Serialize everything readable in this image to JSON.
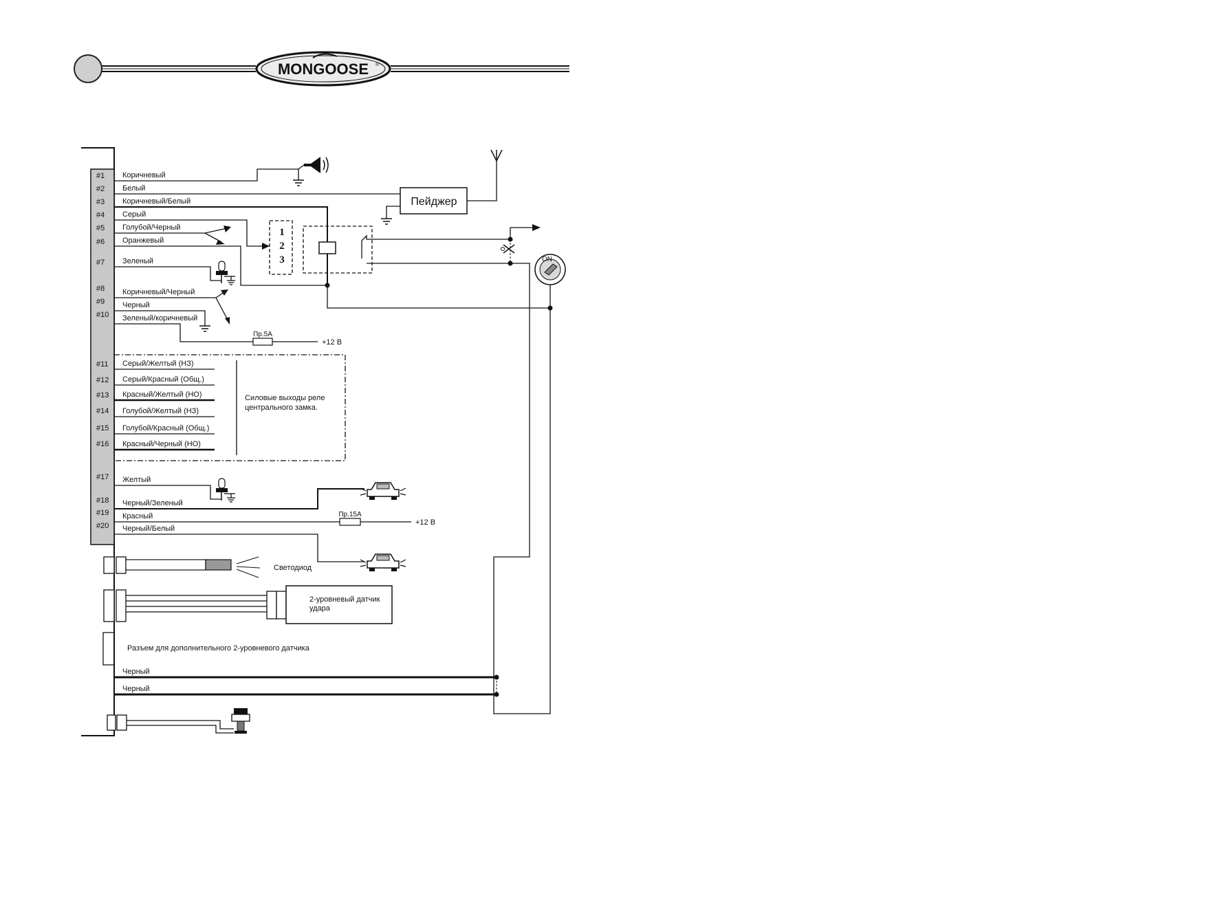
{
  "header": {
    "brand": "MONGOOSE",
    "trademark": "®"
  },
  "pins": [
    {
      "num": "#1",
      "wire": "Коричневый"
    },
    {
      "num": "#2",
      "wire": "Белый"
    },
    {
      "num": "#3",
      "wire": "Коричневый/Белый"
    },
    {
      "num": "#4",
      "wire": "Серый"
    },
    {
      "num": "#5",
      "wire": "Голубой/Черный"
    },
    {
      "num": "#6",
      "wire": "Оранжевый"
    },
    {
      "num": "#7",
      "wire": "Зеленый"
    },
    {
      "num": "#8",
      "wire": "Коричневый/Черный"
    },
    {
      "num": "#9",
      "wire": "Черный"
    },
    {
      "num": "#10",
      "wire": "Зеленый/коричневый"
    },
    {
      "num": "#11",
      "wire": "Серый/Желтый  (НЗ)"
    },
    {
      "num": "#12",
      "wire": "Серый/Красный  (Общ.)"
    },
    {
      "num": "#13",
      "wire": "Красный/Желтый  (НО)"
    },
    {
      "num": "#14",
      "wire": "Голубой/Желтый  (НЗ)"
    },
    {
      "num": "#15",
      "wire": "Голубой/Красный  (Общ.)"
    },
    {
      "num": "#16",
      "wire": "Красный/Черный  (НО)"
    },
    {
      "num": "#17",
      "wire": "Желтый"
    },
    {
      "num": "#18",
      "wire": "Черный/Зеленый"
    },
    {
      "num": "#19",
      "wire": "Красный"
    },
    {
      "num": "#20",
      "wire": "Черный/Белый"
    }
  ],
  "components": {
    "pager": "Пейджер",
    "relay_numbers": [
      "1",
      "2",
      "3"
    ],
    "fuse_5a": "Пр.5А",
    "fuse_15a": "Пр.15А",
    "plus12_a": "+12 В",
    "plus12_b": "+12 В",
    "central_lock": "Силовые выходы реле центрального замка.",
    "led": "Светодиод",
    "shock_sensor": "2-уровневый датчик удара",
    "aux_connector": "Разъем для дополнительного 2-уровневого датчика",
    "ground_wire_1": "Черный",
    "ground_wire_2": "Черный"
  }
}
